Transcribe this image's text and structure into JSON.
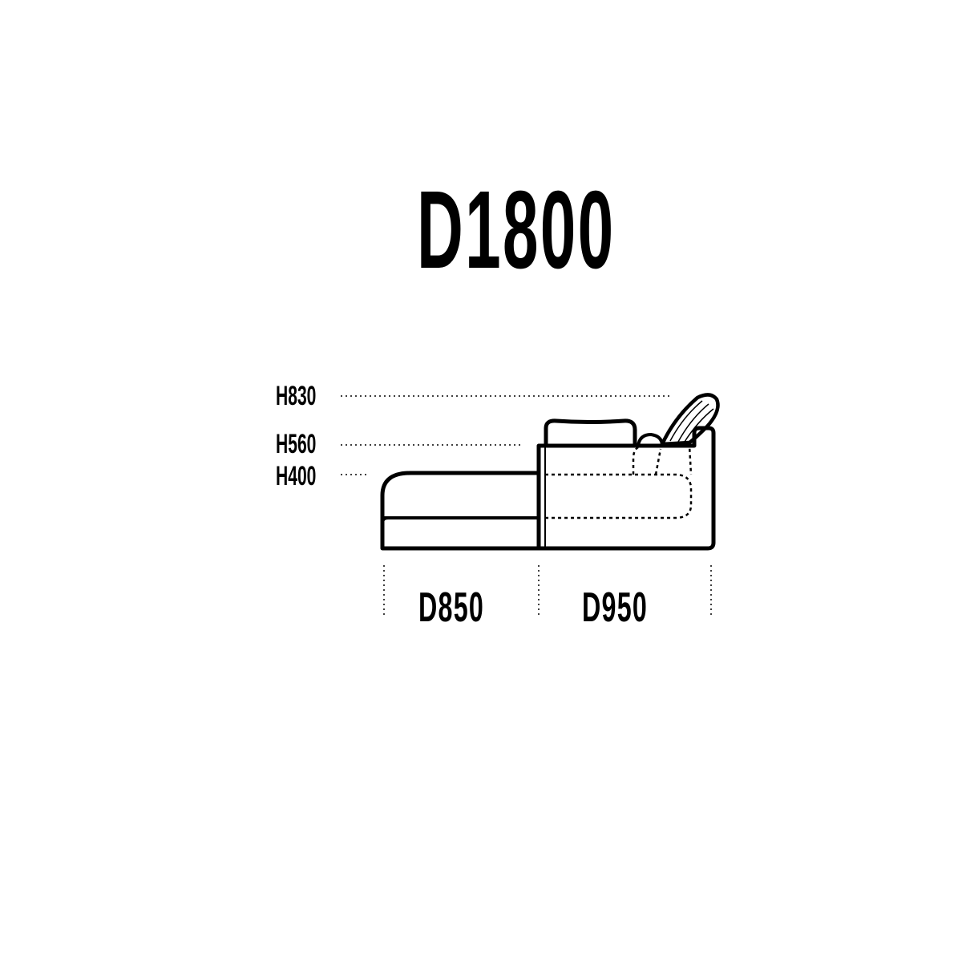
{
  "title": "D1800",
  "heights": {
    "h830": "H830",
    "h560": "H560",
    "h400": "H400"
  },
  "depths": {
    "d850": "D850",
    "d950": "D950"
  },
  "colors": {
    "line": "#000000",
    "background": "#ffffff"
  }
}
